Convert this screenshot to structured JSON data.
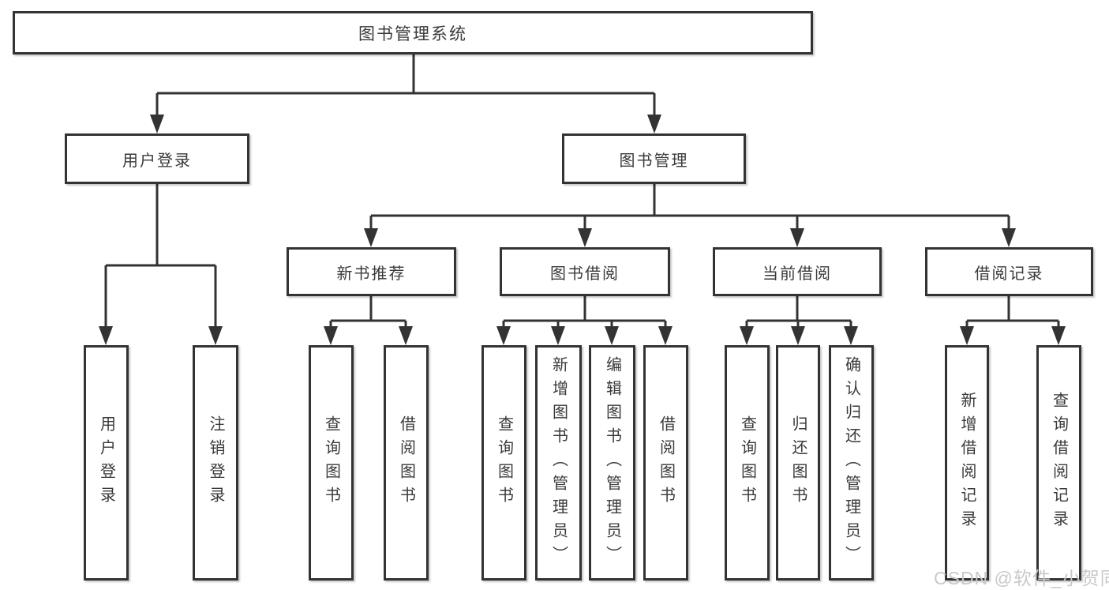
{
  "diagram": {
    "title_node": {
      "label": "图书管理系统"
    },
    "level2": [
      {
        "label": "用户登录"
      },
      {
        "label": "图书管理"
      }
    ],
    "level3": [
      {
        "label": "新书推荐",
        "parent": "图书管理"
      },
      {
        "label": "图书借阅",
        "parent": "图书管理"
      },
      {
        "label": "当前借阅",
        "parent": "图书管理"
      },
      {
        "label": "借阅记录",
        "parent": "图书管理"
      }
    ],
    "leaves": [
      {
        "label": "用户登录",
        "parent": "用户登录"
      },
      {
        "label": "注销登录",
        "parent": "用户登录"
      },
      {
        "label": "查询图书",
        "parent": "新书推荐"
      },
      {
        "label": "借阅图书",
        "parent": "新书推荐"
      },
      {
        "label": "查询图书",
        "parent": "图书借阅"
      },
      {
        "label": "新增图书（管理员）",
        "parent": "图书借阅"
      },
      {
        "label": "编辑图书（管理员）",
        "parent": "图书借阅"
      },
      {
        "label": "借阅图书",
        "parent": "图书借阅"
      },
      {
        "label": "查询图书",
        "parent": "当前借阅"
      },
      {
        "label": "归还图书",
        "parent": "当前借阅"
      },
      {
        "label": "确认归还（管理员）",
        "parent": "当前借阅"
      },
      {
        "label": "新增借阅记录",
        "parent": "借阅记录"
      },
      {
        "label": "查询借阅记录",
        "parent": "借阅记录"
      }
    ],
    "colors": {
      "line": "#333333",
      "text": "#3a3a3a",
      "box_fill": "#ffffff",
      "watermark": "#c9c9c9"
    },
    "watermark": {
      "text": "CSDN @软件_小贺同学"
    }
  }
}
